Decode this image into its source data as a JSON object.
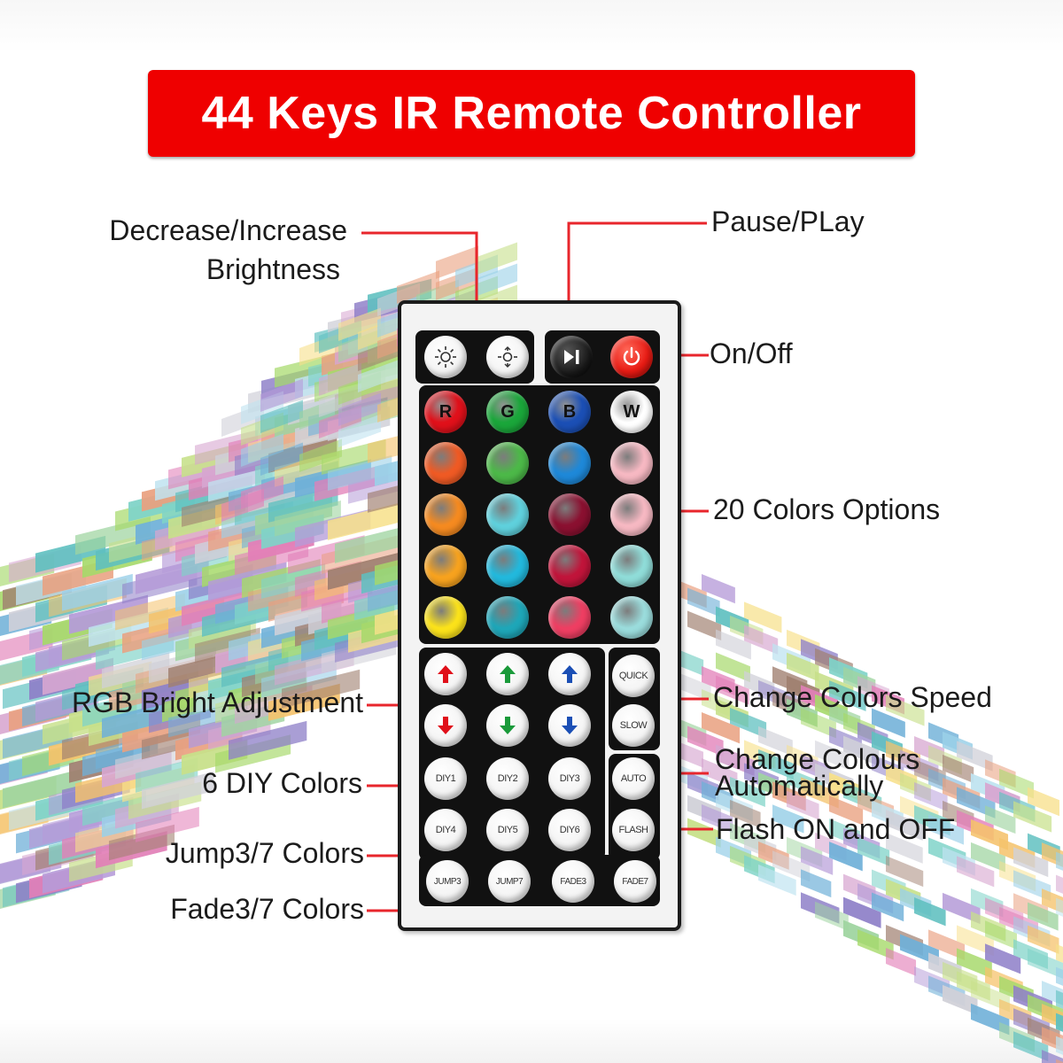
{
  "title": "44 Keys IR Remote Controller",
  "labels": {
    "brightness_line1": "Decrease/Increase",
    "brightness_line2": "Brightness",
    "pause_play": "Pause/PLay",
    "on_off": "On/Off",
    "colors_options": "20 Colors Options",
    "rgb_adjust": "RGB Bright Adjustment",
    "speed": "Change Colors Speed",
    "auto_line1": "Change Colours",
    "auto_line2": "Automatically",
    "flash": "Flash ON and OFF",
    "diy": "6 DIY Colors",
    "jump": "Jump3/7 Colors",
    "fade": "Fade3/7 Colors"
  },
  "colors": {
    "banner": "#ef0000",
    "callout_line": "#e8262c",
    "remote_body": "#f3f3f3",
    "panel": "#111111"
  },
  "buttons": {
    "top": [
      {
        "name": "brightness-down-button",
        "icon": "sun-down-icon"
      },
      {
        "name": "brightness-up-button",
        "icon": "sun-up-icon"
      },
      {
        "name": "play-pause-button",
        "icon": "play-pause-icon"
      },
      {
        "name": "power-button",
        "icon": "power-icon"
      }
    ],
    "rgbw": [
      {
        "label": "R",
        "color": "#e0101a",
        "text": "#111111"
      },
      {
        "label": "G",
        "color": "#1aa63a",
        "text": "#111111"
      },
      {
        "label": "B",
        "color": "#1b4fb5",
        "text": "#111111"
      },
      {
        "label": "W",
        "color": "#ffffff",
        "text": "#111111"
      }
    ],
    "palette": [
      [
        "#ef5a24",
        "#4cb848",
        "#1e88d8",
        "#f6b8c2"
      ],
      [
        "#f58a20",
        "#5fd0dc",
        "#8a1030",
        "#f6b8c2"
      ],
      [
        "#f7a21e",
        "#22b8dc",
        "#c0143a",
        "#8fdcd8"
      ],
      [
        "#fbe21a",
        "#1ea6b8",
        "#ee3e62",
        "#9adcdc"
      ]
    ],
    "arrows_up": [
      {
        "color": "#e0101a"
      },
      {
        "color": "#1a9a3a"
      },
      {
        "color": "#1b4fb5"
      }
    ],
    "arrows_down": [
      {
        "color": "#e0101a"
      },
      {
        "color": "#1a9a3a"
      },
      {
        "color": "#1b4fb5"
      }
    ],
    "quick": "QUICK",
    "slow": "SLOW",
    "auto": "AUTO",
    "flash": "FLASH",
    "diy_row1": [
      "DIY1",
      "DIY2",
      "DIY3"
    ],
    "diy_row2": [
      "DIY4",
      "DIY5",
      "DIY6"
    ],
    "bottom_row": [
      "JUMP3",
      "JUMP7",
      "FADE3",
      "FADE7"
    ]
  }
}
